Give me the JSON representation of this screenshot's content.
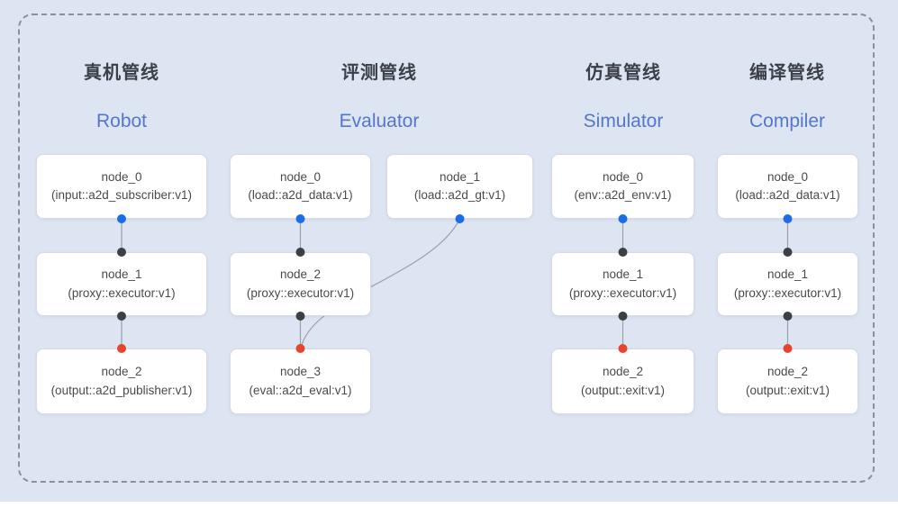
{
  "colors": {
    "bg": "#dde4f2",
    "dash": "#8b909b",
    "title": "#3b4049",
    "subtitle": "#5577cb",
    "node_text": "#4a4a4a",
    "node_border": "#d7dbe4",
    "line": "#9aa0ac",
    "dot_input": "#1c6ce8",
    "dot_mid": "#3d4043",
    "dot_output": "#e8432e"
  },
  "pipelines": [
    {
      "title_zh": "真机管线",
      "title_en": "Robot",
      "nodes": [
        {
          "name": "node_0",
          "type": "(input::a2d_subscriber:v1)"
        },
        {
          "name": "node_1",
          "type": "(proxy::executor:v1)"
        },
        {
          "name": "node_2",
          "type": "(output::a2d_publisher:v1)"
        }
      ]
    },
    {
      "title_zh": "评测管线",
      "title_en": "Evaluator",
      "nodes": [
        {
          "name": "node_0",
          "type": "(load::a2d_data:v1)"
        },
        {
          "name": "node_1",
          "type": "(load::a2d_gt:v1)"
        },
        {
          "name": "node_2",
          "type": "(proxy::executor:v1)"
        },
        {
          "name": "node_3",
          "type": "(eval::a2d_eval:v1)"
        }
      ]
    },
    {
      "title_zh": "仿真管线",
      "title_en": "Simulator",
      "nodes": [
        {
          "name": "node_0",
          "type": "(env::a2d_env:v1)"
        },
        {
          "name": "node_1",
          "type": "(proxy::executor:v1)"
        },
        {
          "name": "node_2",
          "type": "(output::exit:v1)"
        }
      ]
    },
    {
      "title_zh": "编译管线",
      "title_en": "Compiler",
      "nodes": [
        {
          "name": "node_0",
          "type": "(load::a2d_data:v1)"
        },
        {
          "name": "node_1",
          "type": "(proxy::executor:v1)"
        },
        {
          "name": "node_2",
          "type": "(output::exit:v1)"
        }
      ]
    }
  ]
}
